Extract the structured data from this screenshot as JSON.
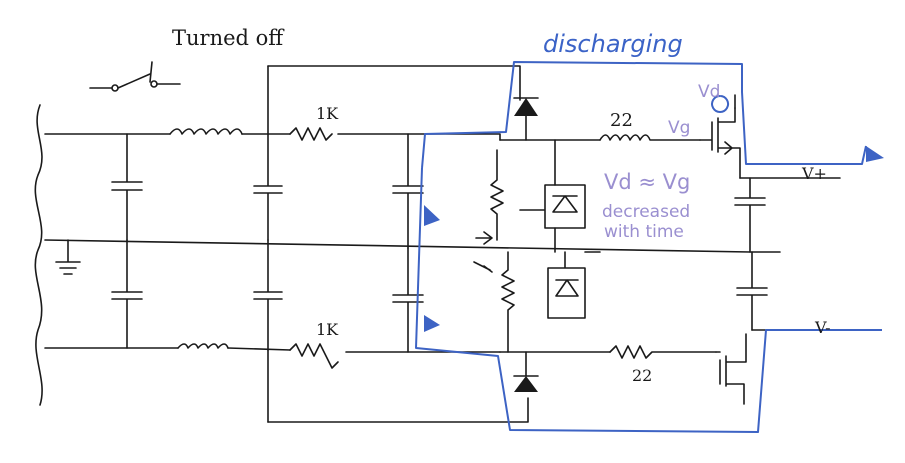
{
  "labels": {
    "switch_state": "Turned off",
    "mode": "discharging",
    "r1_top": "1K",
    "r1_bottom": "1K",
    "r_gate_top": "22",
    "r_gate_bottom": "22",
    "out_pos": "V+",
    "out_neg": "V-",
    "vd": "Vd",
    "vg": "Vg",
    "vd_approx_vg": "Vd ≈ Vg",
    "note_line1": "decreased",
    "note_line2": "with time"
  },
  "colors": {
    "ink": "#1a1a1a",
    "annotation_blue": "#3d63c4",
    "annotation_violet": "#9a8fd0"
  }
}
